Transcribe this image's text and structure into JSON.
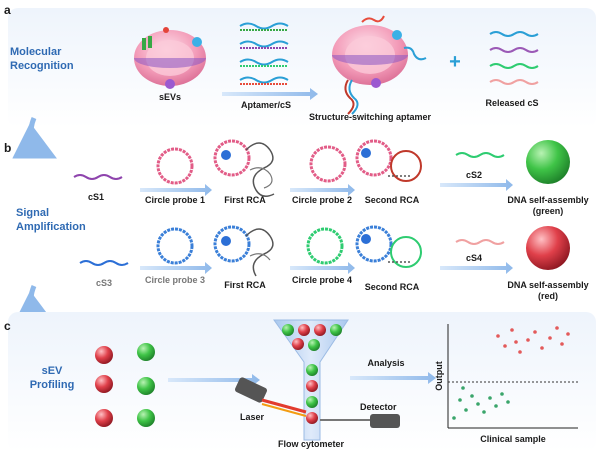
{
  "panel_a": {
    "letter": "a",
    "title_line1": "Molecular",
    "title_line2": "Recognition",
    "sevs": "sEVs",
    "aptamer_cs": "Aptamer/cS",
    "ssa": "Structure-switching aptamer",
    "plus": "+",
    "released_cs": "Released cS"
  },
  "panel_b": {
    "letter": "b",
    "title_line1": "Signal",
    "title_line2": "Amplification",
    "row1": {
      "cs1": "cS1",
      "probe1": "Circle probe 1",
      "rca1": "First RCA",
      "probe2": "Circle probe 2",
      "rca2": "Second RCA",
      "cs2": "cS2",
      "assembly_line1": "DNA self-assembly",
      "assembly_line2": "(green)"
    },
    "row2": {
      "cs3": "cS3",
      "probe3": "Circle probe 3",
      "rca1": "First RCA",
      "probe4": "Circle probe 4",
      "rca2": "Second RCA",
      "cs4": "cS4",
      "assembly_line1": "DNA self-assembly",
      "assembly_line2": "(red)"
    }
  },
  "panel_c": {
    "letter": "c",
    "title_line1": "sEV",
    "title_line2": "Profiling",
    "analysis": "Analysis",
    "laser": "Laser",
    "detector": "Detector",
    "flow": "Flow cytometer",
    "ylabel": "Output",
    "xlabel": "Clinical sample"
  },
  "colors": {
    "title_blue": "#2f6ab3",
    "arrow_blue": "#9cc3ee",
    "panel_bg": "#f4f8fd",
    "green": "#36b54a",
    "red": "#d8343e",
    "pink": "#f39bb8"
  }
}
